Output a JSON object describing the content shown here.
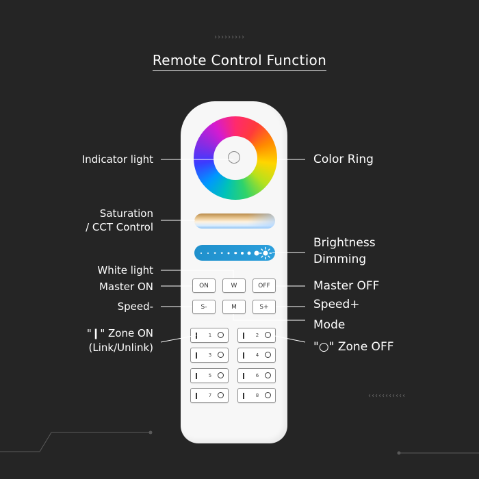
{
  "decorations": {
    "top_arrows": "›››››››››",
    "right_arrows": "‹‹‹‹‹‹‹‹‹‹‹"
  },
  "title": "Remote Control Function",
  "labels_left": {
    "indicator": "Indicator light",
    "saturation_line1": "Saturation",
    "saturation_line2": "/ CCT Control",
    "white_light": "White light",
    "master_on": "Master ON",
    "speed_minus": "Speed-",
    "zone_on_line1": "\"❙\" Zone ON",
    "zone_on_line2": "(Link/Unlink)"
  },
  "labels_right": {
    "color_ring": "Color Ring",
    "brightness_line1": "Brightness",
    "brightness_line2": "Dimming",
    "master_off": "Master OFF",
    "speed_plus": "Speed+",
    "mode": "Mode",
    "zone_off": "\"○\" Zone OFF"
  },
  "buttons": {
    "on": "ON",
    "w": "W",
    "off": "OFF",
    "s_minus": "S-",
    "m": "M",
    "s_plus": "S+"
  },
  "zones": [
    "1",
    "2",
    "3",
    "4",
    "5",
    "6",
    "7",
    "8"
  ],
  "colors": {
    "background": "#252525",
    "remote_body": "#f7f7f7",
    "brightness_bar": "#2596d3",
    "text": "#ffffff"
  }
}
